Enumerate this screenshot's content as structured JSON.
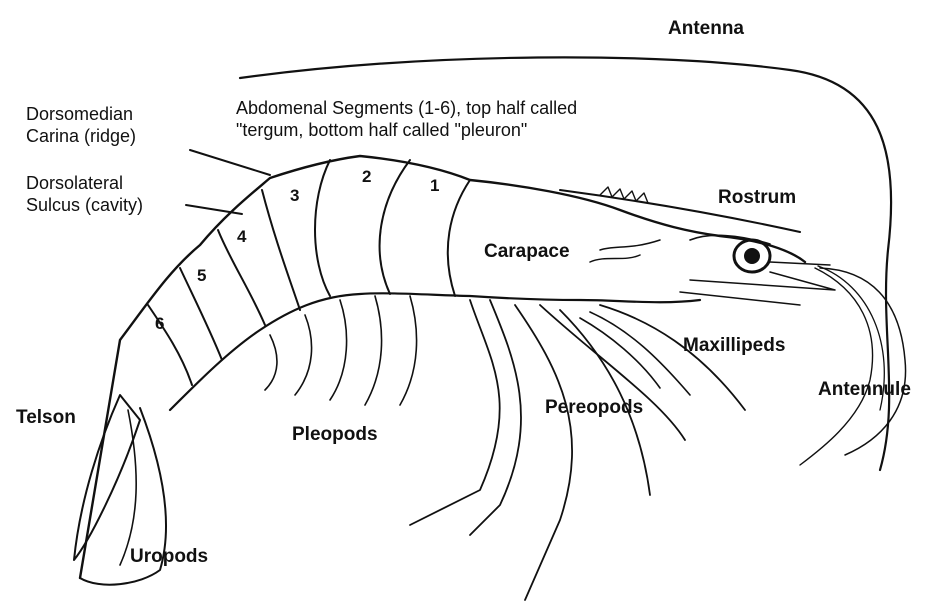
{
  "labels": {
    "antenna": "Antenna",
    "dorsomedian_line1": "Dorsomedian",
    "dorsomedian_line2": "Carina (ridge)",
    "abdominal_line1": "Abdomenal Segments (1-6), top half called",
    "abdominal_line2": "\"tergum, bottom half called \"pleuron\"",
    "dorsolateral_line1": "Dorsolateral",
    "dorsolateral_line2": "Sulcus (cavity)",
    "rostrum": "Rostrum",
    "carapace": "Carapace",
    "maxillipeds": "Maxillipeds",
    "antennule": "Antennule",
    "telson": "Telson",
    "pleopods": "Pleopods",
    "pereopods": "Pereopods",
    "uropods": "Uropods"
  },
  "segment_numbers": [
    "1",
    "2",
    "3",
    "4",
    "5",
    "6"
  ]
}
